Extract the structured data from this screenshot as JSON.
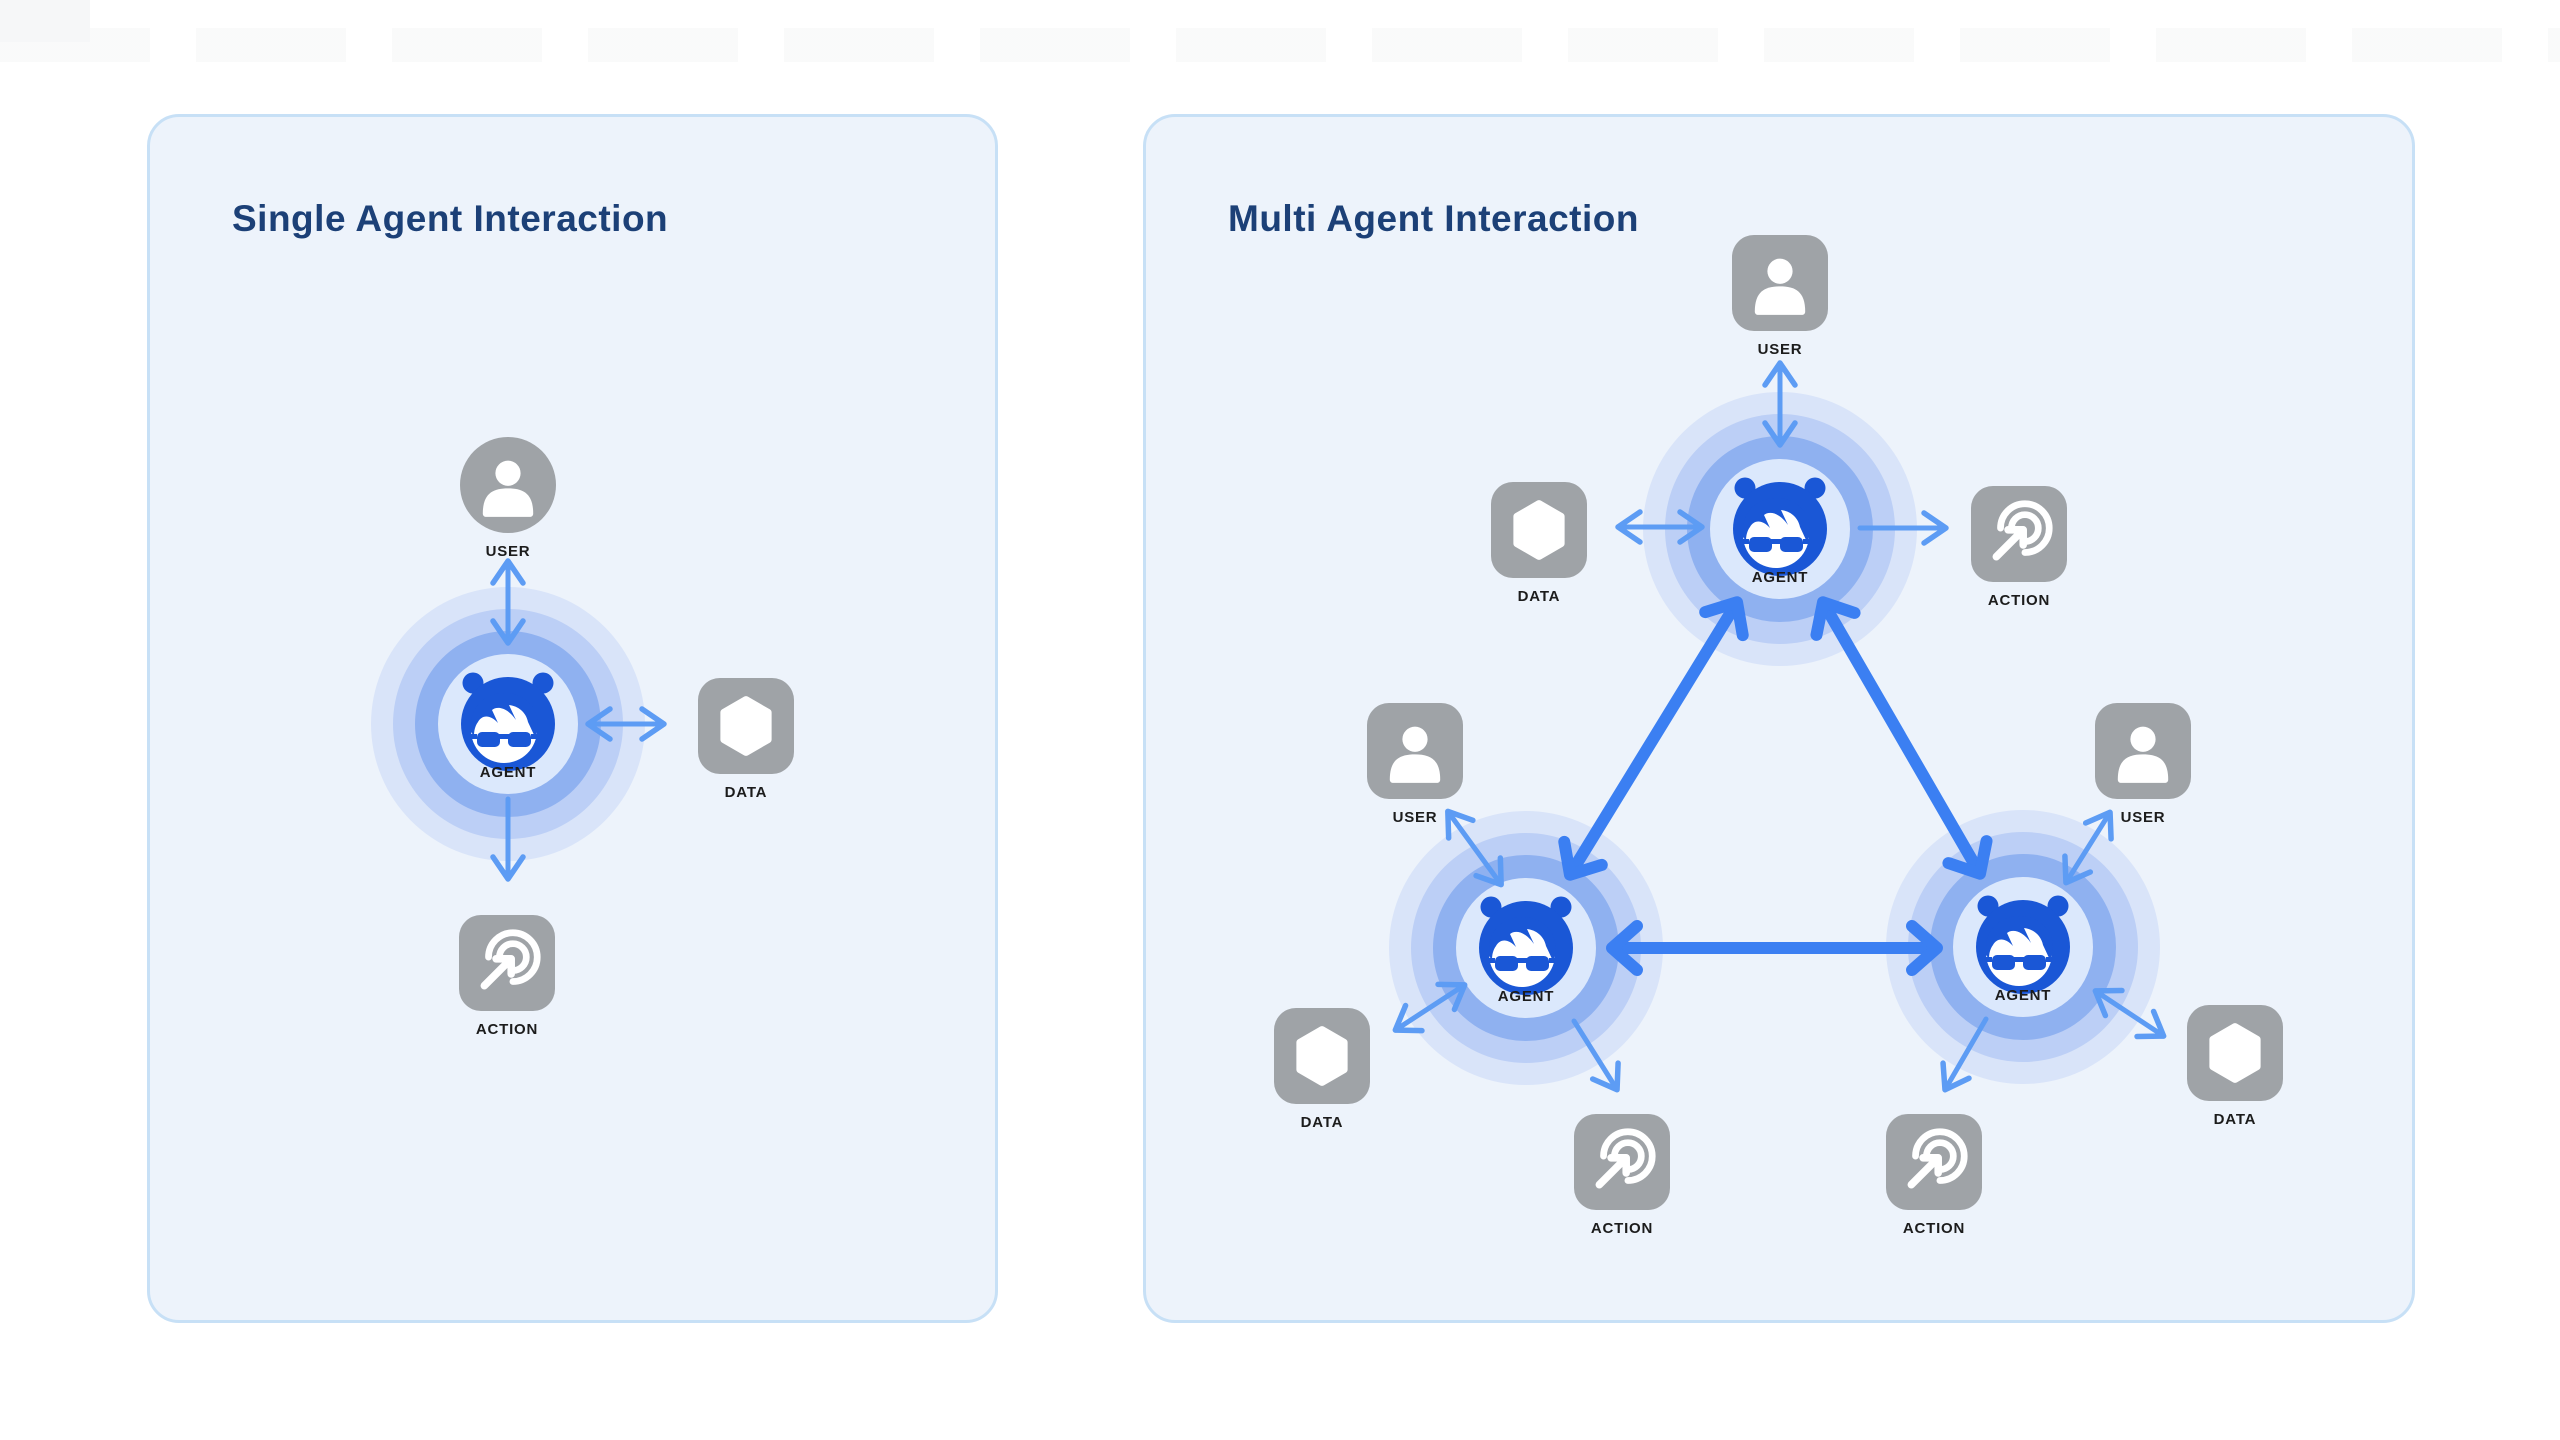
{
  "page": {
    "background_color": "#ffffff"
  },
  "colors": {
    "panel_background": "#edf3fb",
    "panel_border": "#c7e0f6",
    "title_navy": "#1c4077",
    "agent_blue": "#1a57d6",
    "thin_arrow_blue": "#5d9cf4",
    "thick_arrow_blue": "#3b7ff2",
    "icon_gray": "#9fa3a7",
    "label_dark": "#1c1c1c",
    "ring_outer": "#d9e4f9",
    "ring_mid": "#bccff6",
    "ring_hot": "#8fb1f0",
    "ring_core": "#dbe8fc"
  },
  "panels": [
    {
      "title": "Single Agent Interaction",
      "clusters": [
        {
          "agent_label": "AGENT",
          "satellites": {
            "user": "USER",
            "data": "DATA",
            "action": "ACTION"
          }
        }
      ]
    },
    {
      "title": "Multi Agent Interaction",
      "clusters": [
        {
          "agent_label": "AGENT",
          "satellites": {
            "user": "USER",
            "data": "DATA",
            "action": "ACTION"
          }
        },
        {
          "agent_label": "AGENT",
          "satellites": {
            "user": "USER",
            "data": "DATA",
            "action": "ACTION"
          }
        },
        {
          "agent_label": "AGENT",
          "satellites": {
            "user": "USER",
            "data": "DATA",
            "action": "ACTION"
          }
        }
      ]
    }
  ]
}
